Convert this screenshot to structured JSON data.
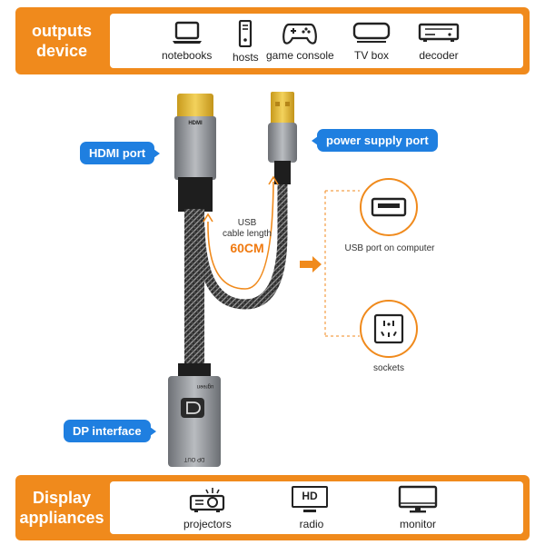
{
  "top_band": {
    "label_line1": "outputs",
    "label_line2": "device",
    "devices": [
      {
        "label": "notebooks",
        "icon": "laptop-icon"
      },
      {
        "label": "hosts",
        "icon": "pc-tower-icon"
      },
      {
        "label": "game console",
        "icon": "gamepad-icon"
      },
      {
        "label": "TV box",
        "icon": "tv-box-icon"
      },
      {
        "label": "decoder",
        "icon": "decoder-icon"
      }
    ]
  },
  "product": {
    "hdmi_callout": "HDMI port",
    "power_callout": "power supply port",
    "dp_callout": "DP interface",
    "cable_text_line1": "USB",
    "cable_text_line2": "cable length",
    "cable_length": "60CM",
    "hdmi_plug_text": "HDMI",
    "dp_plug_text_top": "ugreen",
    "dp_plug_text_bottom": "DP OUT",
    "usb_port_label": "USB port on computer",
    "sockets_label": "sockets"
  },
  "bottom_band": {
    "label_line1": "Display",
    "label_line2": "appliances",
    "devices": [
      {
        "label": "projectors",
        "icon": "projector-icon"
      },
      {
        "label": "radio",
        "icon": "hd-screen-icon",
        "badge": "HD"
      },
      {
        "label": "monitor",
        "icon": "monitor-icon"
      }
    ]
  },
  "colors": {
    "accent": "#f08a1c",
    "callout_blue": "#1f7fe0",
    "cable_length_orange": "#f07a10"
  }
}
